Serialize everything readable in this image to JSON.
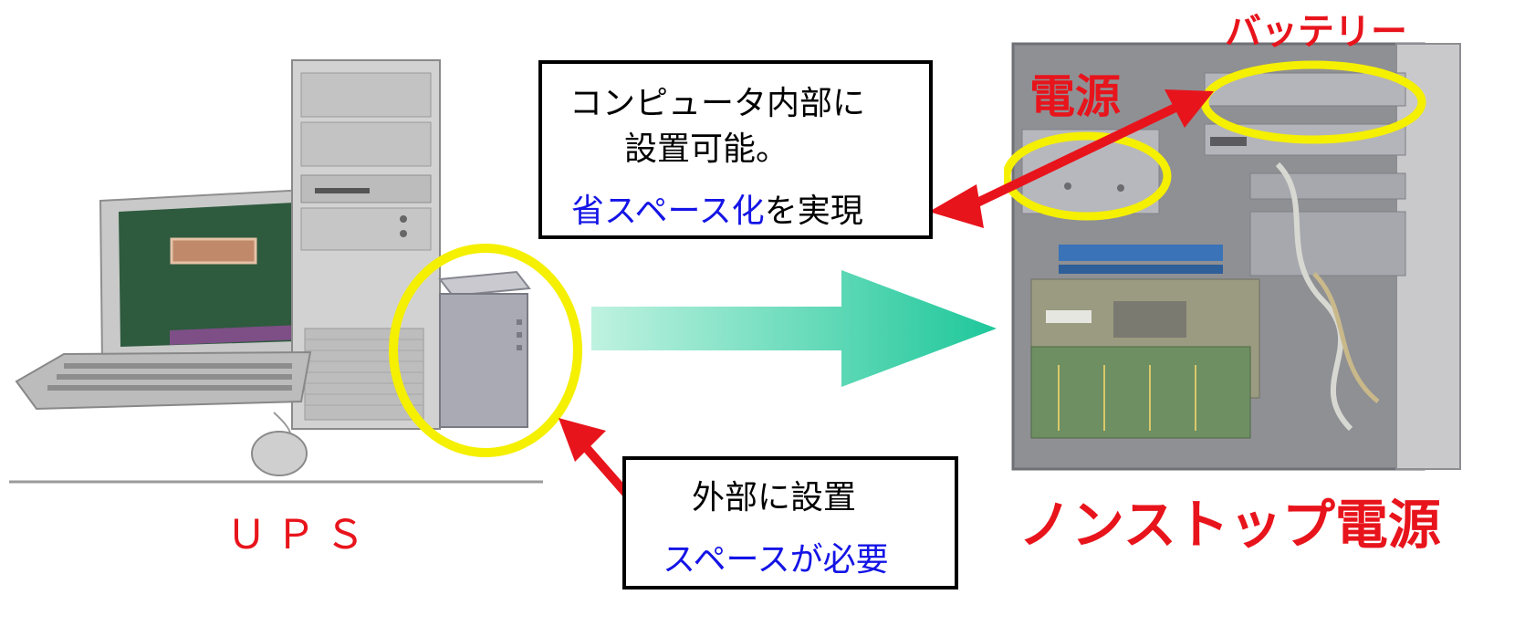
{
  "labels": {
    "ups": "ＵＰＳ",
    "nonstop_power": "ノンストップ電源",
    "power_supply": "電源",
    "battery": "バッテリー"
  },
  "callout_internal": {
    "line1": "コンピュータ内部に",
    "line2": "設置可能。",
    "line3_highlight": "省スペース化",
    "line3_rest": "を実現"
  },
  "callout_external": {
    "line1": "外部に設置",
    "line2": "スペースが必要"
  },
  "colors": {
    "label_red": "#e8141c",
    "highlight_blue": "#1414e6",
    "circle_yellow": "#f5ef00",
    "arrow_start": "#bff2e0",
    "arrow_end": "#1ec79a"
  }
}
